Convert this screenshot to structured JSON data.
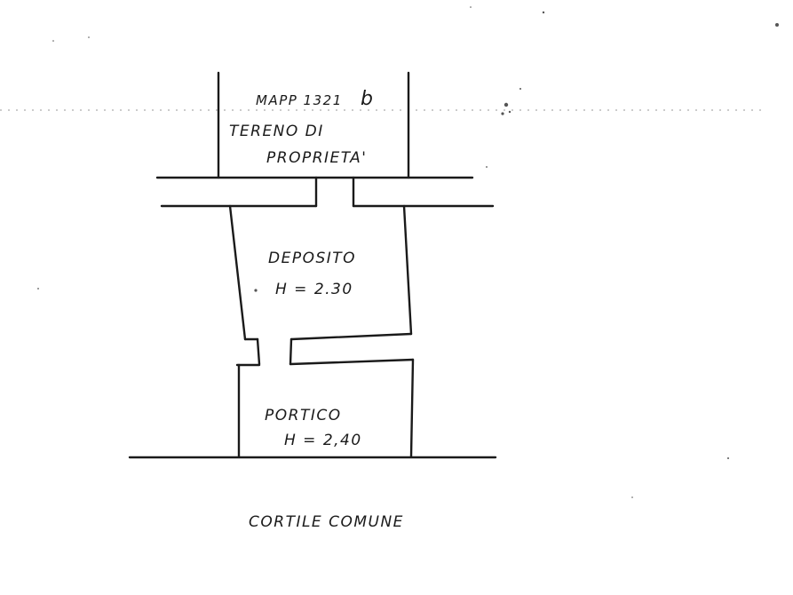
{
  "rooms": {
    "mappale": {
      "ref": "MAPP  1321",
      "suffix": "b",
      "line1": "TERENO DI",
      "line2": "PROPRIETA'"
    },
    "deposito": {
      "name": "DEPOSITO",
      "height": "H = 2.30"
    },
    "portico": {
      "name": "PORTICO",
      "height": "H = 2,40"
    }
  },
  "courtyard": {
    "label": "CORTILE COMUNE"
  },
  "colors": {
    "ink": "#1a1a1a",
    "paper": "#ffffff",
    "scan_noise": "#9a9a9a"
  }
}
